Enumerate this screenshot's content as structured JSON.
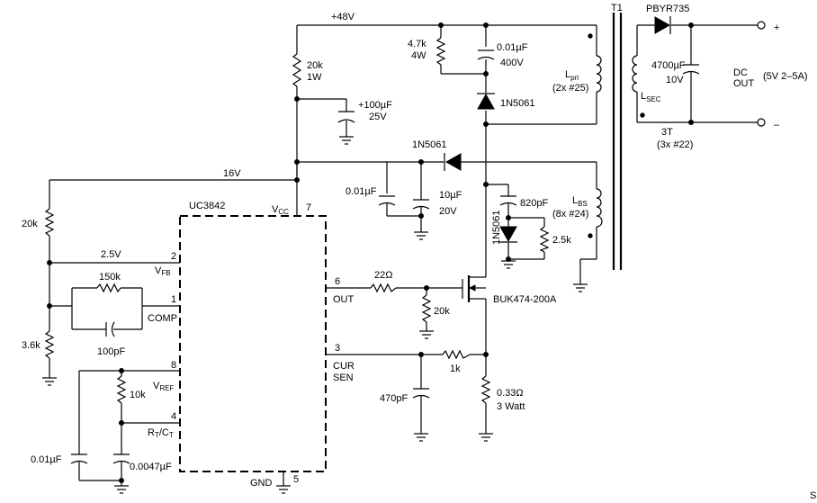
{
  "rails": {
    "v48": "+48V",
    "v16": "16V",
    "v25": "2.5V"
  },
  "ic": {
    "name": "UC3842",
    "vcc": "V",
    "vcc_sub": "CC",
    "vcc_pin": "7",
    "vfb": "V",
    "vfb_sub": "FB",
    "pin_vfb": "2",
    "comp": "COMP",
    "pin_comp": "1",
    "vref": "V",
    "vref_sub": "REF",
    "pin_vref": "8",
    "rtct": "R",
    "rtct_sub1": "T",
    "rtct_mid": "/C",
    "rtct_sub2": "T",
    "pin_rtct": "4",
    "out": "OUT",
    "pin_out": "6",
    "cur": "CUR",
    "sen": "SEN",
    "pin_cs": "3",
    "gnd": "GND",
    "pin_gnd": "5"
  },
  "components": {
    "r20k_1w_a": "20k",
    "r20k_1w_b": "1W",
    "c100u_a": "+100µF",
    "c100u_b": "25V",
    "r47k_a": "4.7k",
    "r47k_b": "4W",
    "c001_a": "0.01µF",
    "c001_b": "400V",
    "d1": "1N5061",
    "d2": "1N5061",
    "d3": "1N5061",
    "c001b": "0.01µF",
    "c10u_a": "10µF",
    "c10u_b": "20V",
    "r20k_fb": "20k",
    "r150k": "150k",
    "c100p": "100pF",
    "r36k": "3.6k",
    "r10k": "10k",
    "c001c": "0.01µF",
    "c0047": "0.0047µF",
    "r22": "22Ω",
    "r20k_gate": "20k",
    "mosfet": "BUK474-200A",
    "c820p": "820pF",
    "r25k": "2.5k",
    "r1k": "1k",
    "c470p": "470pF",
    "rsense_a": "0.33Ω",
    "rsense_b": "3 Watt",
    "lpri": "L",
    "lpri_sub": "pri",
    "lpri_turns": "(2x #25)",
    "lbs": "L",
    "lbs_sub": "BS",
    "lbs_turns": "(8x #24)",
    "lsec": "L",
    "lsec_sub": "SEC",
    "t1": "T1",
    "dout": "PBYR735",
    "cout_a": "4700µF",
    "cout_b": "10V",
    "sec_turns_a": "3T",
    "sec_turns_b": "(3x #22)",
    "dcout_a": "DC",
    "dcout_b": "OUT",
    "dcout_spec": "(5V  2–5A)",
    "plus": "+",
    "minus": "–",
    "corner": "S"
  }
}
